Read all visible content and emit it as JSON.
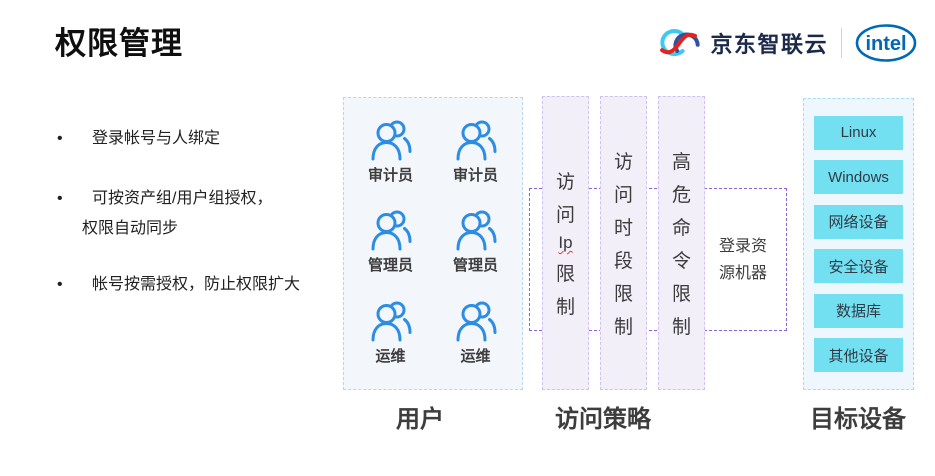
{
  "header": {
    "title": "权限管理",
    "jd_logo_text": "京东智联云",
    "intel_logo_text": "intel"
  },
  "bullets": {
    "marker": "•",
    "b1": "登录帐号与人绑定",
    "b2_line1": "可按资产组/用户组授权，",
    "b2_line2": "权限自动同步",
    "b3": "帐号按需授权，防止权限扩大"
  },
  "users_panel": {
    "label": "用户",
    "members": [
      "审计员",
      "审计员",
      "管理员",
      "管理员",
      "运维",
      "运维"
    ]
  },
  "policies_panel": {
    "label": "访问策略",
    "bar1": {
      "c0": "访",
      "c1": "问",
      "c2": "Ip",
      "c3": "限",
      "c4": "制"
    },
    "bar2": {
      "c0": "访",
      "c1": "问",
      "c2": "时",
      "c3": "段",
      "c4": "限",
      "c5": "制"
    },
    "bar3": {
      "c0": "高",
      "c1": "危",
      "c2": "命",
      "c3": "令",
      "c4": "限",
      "c5": "制"
    },
    "connector_line1": "登录资",
    "connector_line2": "源机器"
  },
  "targets_panel": {
    "label": "目标设备",
    "devices": [
      "Linux",
      "Windows",
      "网络设备",
      "安全设备",
      "数据库",
      "其他设备"
    ]
  },
  "colors": {
    "user_icon_blue": "#2d8de2",
    "users_panel_bg": "#f3f7fc",
    "policy_bar_bg": "#f2eff9",
    "connector_purple": "#8a63d2",
    "device_button_cyan": "#73e0f2",
    "jd_red": "#e1251b",
    "jd_navy": "#3450a2",
    "jd_cyan": "#3ec9f2",
    "intel_blue": "#0068b5"
  }
}
